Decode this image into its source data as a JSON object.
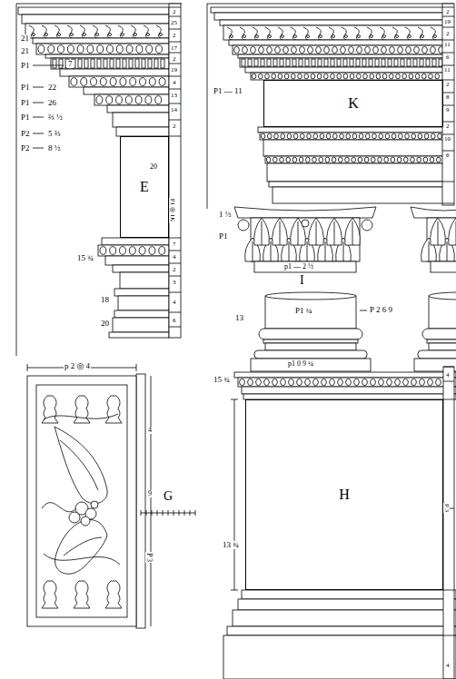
{
  "diagram": {
    "nodes": [
      {
        "text": [
          "E"
        ]
      },
      {
        "text": [
          "K"
        ]
      },
      {
        "text": [
          "H"
        ]
      }
    ],
    "labels": [
      "21",
      "21",
      "P1",
      "7",
      "P1",
      "22",
      "P1",
      "26",
      "P1",
      "⅔ ½",
      "P2",
      "5 ⅔",
      "P2",
      "8 ½",
      "20",
      "15 ¾",
      "18",
      "20",
      "2",
      "25",
      "2",
      "17",
      "2",
      "19",
      "4",
      "13",
      "14",
      "2",
      "P1 ◎ 1K",
      "7",
      "4",
      "2",
      "3",
      "4",
      "6",
      "P1 — 11",
      "2",
      "19",
      "2",
      "11",
      "6",
      "11",
      "2",
      "8",
      "9",
      "2",
      "10",
      "6",
      "1 ½",
      "P1",
      "p1 — 2 ½",
      "13",
      "P1 ¼",
      "P 2 6 9",
      "p1 0 9 ¼",
      "15 ¾",
      "13 ¾",
      "4",
      "P 3",
      "4",
      "p 2 ◎ 4",
      "4",
      "9",
      "P 3",
      "G",
      "I"
    ]
  }
}
